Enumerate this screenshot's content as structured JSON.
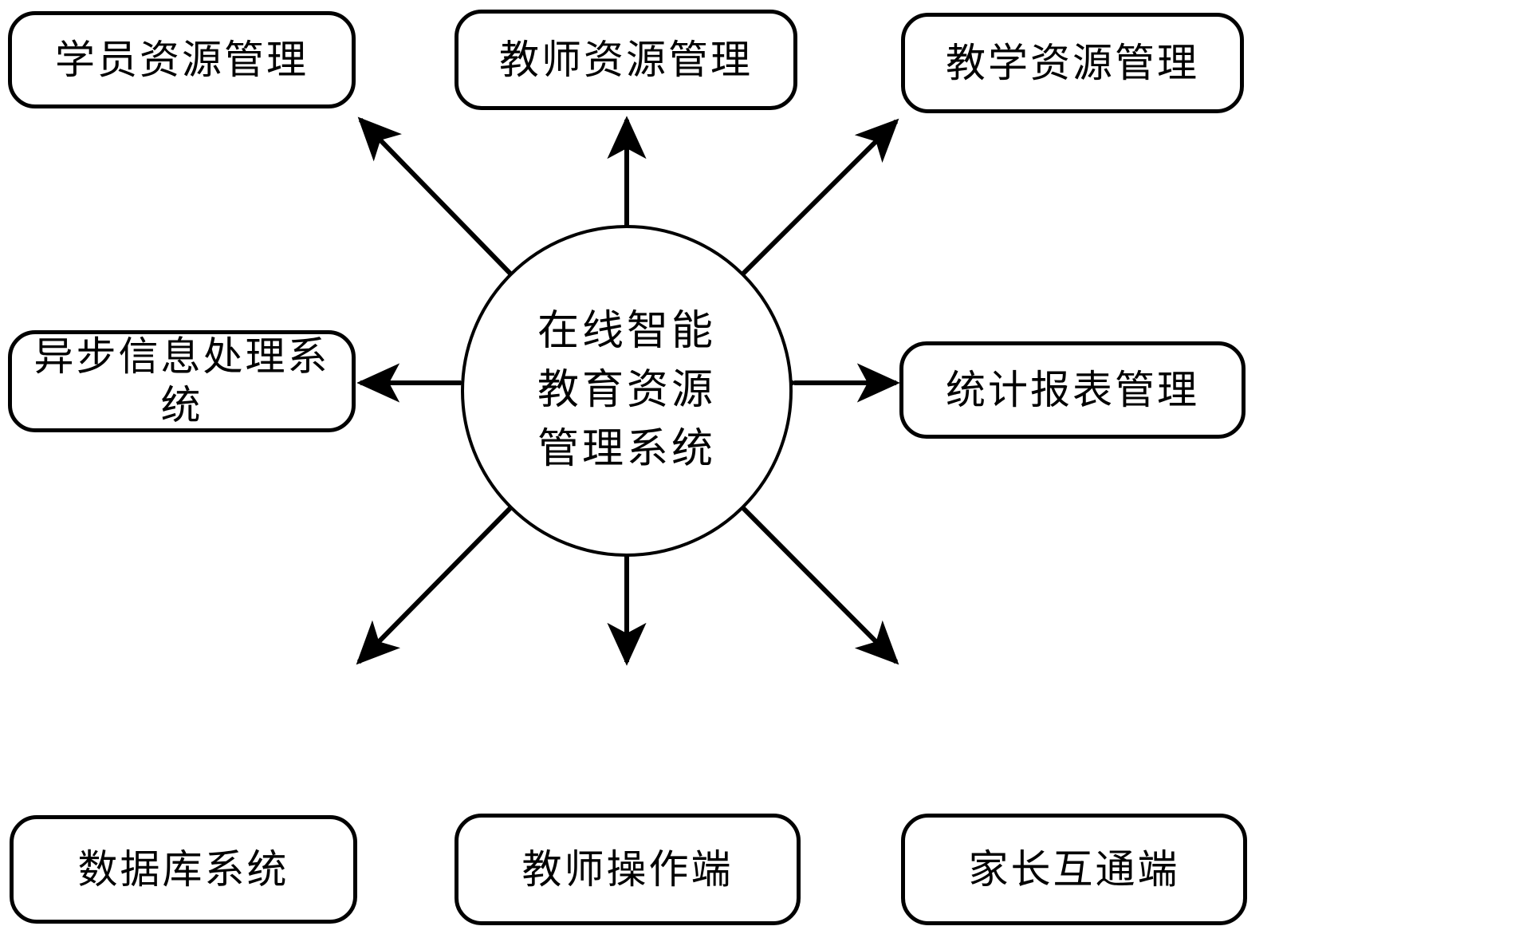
{
  "diagram": {
    "type": "hub-and-spoke system architecture",
    "hub": {
      "id": "hub",
      "label": "在线智能\n教育资源\n管理系统",
      "shape": "circle"
    },
    "nodes": [
      {
        "id": "node-student",
        "label": "学员资源管理",
        "position": "top-left",
        "shape": "rounded-rect"
      },
      {
        "id": "node-teacher",
        "label": "教师资源管理",
        "position": "top-center",
        "shape": "rounded-rect"
      },
      {
        "id": "node-teaching",
        "label": "教学资源管理",
        "position": "top-right",
        "shape": "rounded-rect"
      },
      {
        "id": "node-async",
        "label": "异步信息处理系\n统",
        "position": "middle-left",
        "shape": "rounded-rect"
      },
      {
        "id": "node-report",
        "label": "统计报表管理",
        "position": "middle-right",
        "shape": "rounded-rect"
      },
      {
        "id": "node-database",
        "label": "数据库系统",
        "position": "bottom-left",
        "shape": "rounded-rect"
      },
      {
        "id": "node-teacher-client",
        "label": "教师操作端",
        "position": "bottom-center",
        "shape": "rounded-rect"
      },
      {
        "id": "node-parent",
        "label": "家长互通端",
        "position": "bottom-right",
        "shape": "rounded-rect"
      }
    ],
    "edges": [
      {
        "from": "hub",
        "to": "node-student",
        "style": "double-arrow"
      },
      {
        "from": "hub",
        "to": "node-teacher",
        "style": "double-arrow"
      },
      {
        "from": "hub",
        "to": "node-teaching",
        "style": "double-arrow"
      },
      {
        "from": "hub",
        "to": "node-async",
        "style": "double-arrow"
      },
      {
        "from": "hub",
        "to": "node-report",
        "style": "double-arrow"
      },
      {
        "from": "hub",
        "to": "node-database",
        "style": "double-arrow"
      },
      {
        "from": "hub",
        "to": "node-teacher-client",
        "style": "double-arrow"
      },
      {
        "from": "hub",
        "to": "node-parent",
        "style": "double-arrow"
      }
    ],
    "colors": {
      "stroke": "#000000",
      "fill": "#ffffff",
      "text": "#000000"
    }
  }
}
